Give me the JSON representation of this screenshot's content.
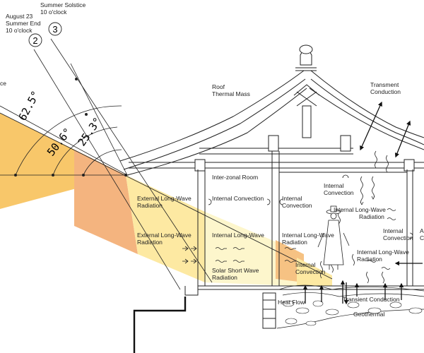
{
  "sun": {
    "summer_solstice": "Summer Solstice",
    "ten_oclock_a": "10 o'clock",
    "august": "August 23",
    "summer_end": "Summer End",
    "ten_oclock_b": "10 o'clock",
    "edge_fragment": "ce",
    "ray_2": "2",
    "ray_3": "3",
    "angle_a": "62.5°",
    "angle_b": "50.6°",
    "angle_c": "25.3°"
  },
  "labels": {
    "roof_thermal_mass_1": "Roof",
    "roof_thermal_mass_2": "Thermal Mass",
    "transient_cond_1": "Transment",
    "transient_cond_2": "Conduction",
    "inter_zonal_room": "Inter-zonal Room",
    "internal_convection_top_1": "Internal",
    "internal_convection_top_2": "Convection",
    "ext_lw_1a": "External Long-Wave",
    "ext_lw_1b": "Radiation",
    "internal_convection_mid": "Internal Convection",
    "internal_convection_right_1": "Internal",
    "internal_convection_right_2": "Convection",
    "int_lw_right_1": "Internal Long-Wave",
    "int_lw_right_2": "Radiation",
    "internal_far_1": "Internal",
    "internal_far_2": "Convection",
    "edge_a": "A",
    "edge_c": "C",
    "ext_lw_2a": "External Long-Wave",
    "ext_lw_2b": "Radiation",
    "int_lw_mid": "Internal Long-Wave",
    "int_lw_inner": "Internal Long-Wave",
    "int_lw_inner_2": "Radiation",
    "int_lw_low_1": "Internal Long-Wave",
    "int_lw_low_2": "Radiation",
    "solar_sw_1": "Solar Short Wave",
    "solar_sw_2": "Radiation",
    "internal_conv_floor_1": "Internal",
    "internal_conv_floor_2": "Convection",
    "heat_flow": "Heat Flow",
    "transient_conduction": "Transient Conduction",
    "geothermal": "Geothermal"
  },
  "colors": {
    "sun_wedge_outer": "#f8c76a",
    "sun_wedge_mid": "#f4b47f",
    "sun_wedge_inner": "#fde9a2",
    "sun_pale": "#fdf6cc",
    "line": "#222222"
  }
}
